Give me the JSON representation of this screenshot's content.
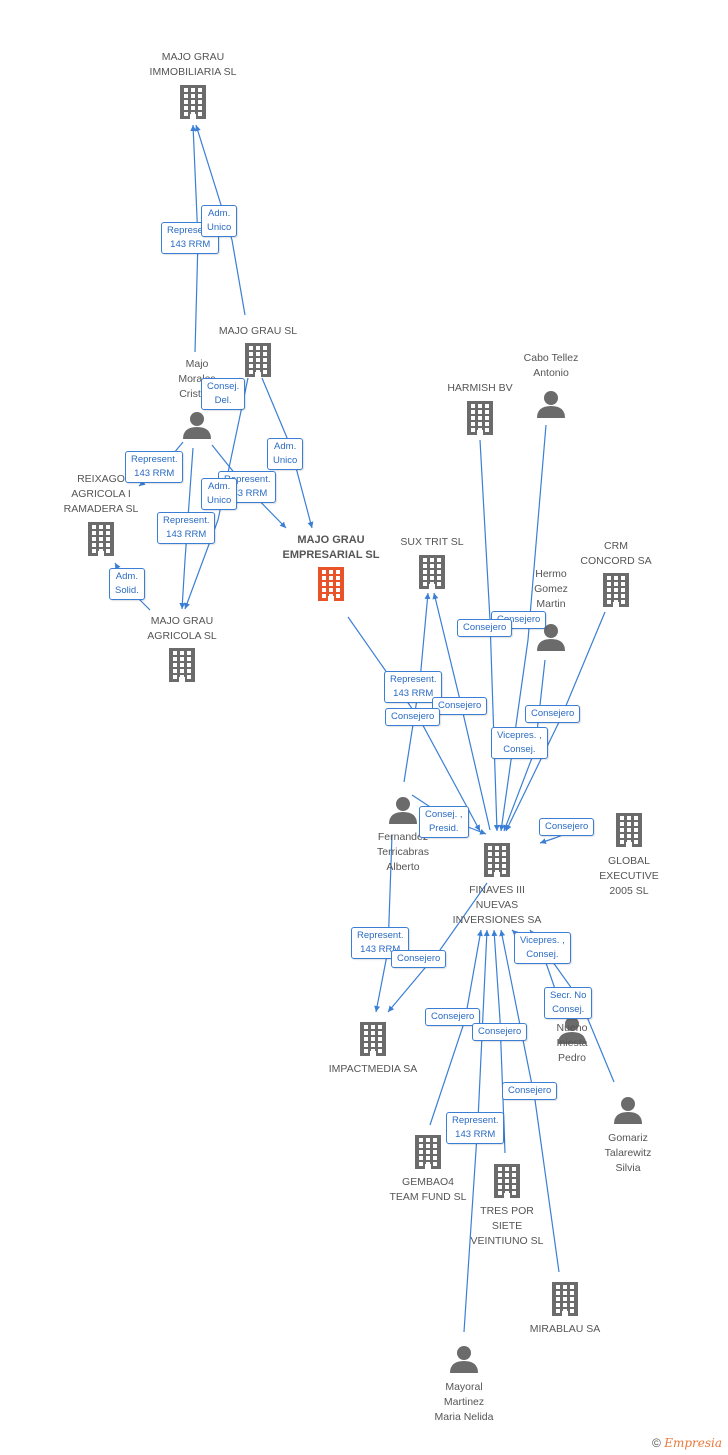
{
  "colors": {
    "edge": "#3a7fd5",
    "company": "#6b6b6b",
    "highlight": "#e8532a",
    "person": "#6b6b6b"
  },
  "nodes": [
    {
      "id": "majo_inmob",
      "type": "company",
      "label": "MAJO GRAU\nIMMOBILIARIA SL"
    },
    {
      "id": "majo_grau",
      "type": "company",
      "label": "MAJO GRAU SL"
    },
    {
      "id": "majo_morales",
      "type": "person",
      "label": "Majo\nMorales\nCristina"
    },
    {
      "id": "reixago",
      "type": "company",
      "label": "REIXAGO\nAGRICOLA I\nRAMADERA SL"
    },
    {
      "id": "majo_empresarial",
      "type": "company",
      "label": "MAJO GRAU\nEMPRESARIAL SL",
      "highlight": true
    },
    {
      "id": "majo_agricola",
      "type": "company",
      "label": "MAJO GRAU\nAGRICOLA SL"
    },
    {
      "id": "cabo",
      "type": "person",
      "label": "Cabo Tellez\nAntonio"
    },
    {
      "id": "harmish",
      "type": "company",
      "label": "HARMISH BV"
    },
    {
      "id": "sux",
      "type": "company",
      "label": "SUX TRIT SL"
    },
    {
      "id": "crm",
      "type": "company",
      "label": "CRM\nCONCORD SA"
    },
    {
      "id": "hermo",
      "type": "person",
      "label": "Hermo\nGomez\nMartin"
    },
    {
      "id": "fernandez",
      "type": "person",
      "label": "Fernandez\nTerricabras\nAlberto"
    },
    {
      "id": "finaves",
      "type": "company",
      "label": "FINAVES III\nNUEVAS\nINVERSIONES SA"
    },
    {
      "id": "global",
      "type": "company",
      "label": "GLOBAL\nEXECUTIVE\n2005 SL"
    },
    {
      "id": "impact",
      "type": "company",
      "label": "IMPACTMEDIA SA"
    },
    {
      "id": "nueno",
      "type": "person",
      "label": "Nueno\nIniesta\nPedro"
    },
    {
      "id": "gomariz",
      "type": "person",
      "label": "Gomariz\nTalarewitz\nSilvia"
    },
    {
      "id": "gembao",
      "type": "company",
      "label": "GEMBAO4\nTEAM FUND SL"
    },
    {
      "id": "tres",
      "type": "company",
      "label": "TRES POR\nSIETE\nVEINTIUNO SL"
    },
    {
      "id": "mirablau",
      "type": "company",
      "label": "MIRABLAU SA"
    },
    {
      "id": "mayoral",
      "type": "person",
      "label": "Mayoral\nMartinez\nMaria Nelida"
    }
  ],
  "edges": [
    {
      "from": "majo_morales",
      "to": "majo_inmob",
      "label": "Represent.\n143 RRM"
    },
    {
      "from": "majo_grau",
      "to": "majo_inmob",
      "label": "Adm.\nUnico"
    },
    {
      "from": "majo_grau",
      "to": "majo_empresarial",
      "label": "Adm.\nUnico"
    },
    {
      "from": "majo_morales",
      "to": "majo_empresarial",
      "label": "Represent.\n143 RRM"
    },
    {
      "from": "majo_grau",
      "to": "majo_agricola",
      "label": "Adm.\nUnico"
    },
    {
      "from": "majo_morales",
      "to": "majo_agricola",
      "label": "Represent.\n143 RRM"
    },
    {
      "from": "majo_morales",
      "to": "reixago",
      "label": "Represent.\n143 RRM"
    },
    {
      "from": "majo_agricola",
      "to": "reixago",
      "label": "Adm.\nSolid."
    },
    {
      "from": "majo_morales",
      "to": "majo_grau",
      "label": "Consej.\nDel."
    },
    {
      "from": "harmish",
      "to": "finaves",
      "label": "Consejero"
    },
    {
      "from": "cabo",
      "to": "finaves",
      "label": "Consejero"
    },
    {
      "from": "fernandez",
      "to": "sux",
      "label": "Represent.\n143 RRM"
    },
    {
      "from": "finaves",
      "to": "sux",
      "label": "Consejero"
    },
    {
      "from": "majo_empresarial",
      "to": "finaves",
      "label": "Consejero"
    },
    {
      "from": "crm",
      "to": "finaves",
      "label": "Consejero"
    },
    {
      "from": "hermo",
      "to": "finaves",
      "label": "Vicepres. ,\nConsej."
    },
    {
      "from": "fernandez",
      "to": "finaves",
      "label": "Consej. ,\nPresid."
    },
    {
      "from": "global",
      "to": "finaves",
      "label": "Consejero"
    },
    {
      "from": "fernandez",
      "to": "impact",
      "label": "Represent.\n143 RRM"
    },
    {
      "from": "finaves",
      "to": "impact",
      "label": "Consejero"
    },
    {
      "from": "nueno",
      "to": "finaves",
      "label": "Vicepres. ,\nConsej."
    },
    {
      "from": "gomariz",
      "to": "finaves",
      "label": "Secr. No\nConsej."
    },
    {
      "from": "gembao",
      "to": "finaves",
      "label": "Consejero"
    },
    {
      "from": "tres",
      "to": "finaves",
      "label": "Consejero"
    },
    {
      "from": "mirablau",
      "to": "finaves",
      "label": "Consejero"
    },
    {
      "from": "mayoral",
      "to": "finaves",
      "label": "Represent.\n143 RRM"
    }
  ],
  "footer": {
    "copyright": "©",
    "brand": "Empresia"
  }
}
